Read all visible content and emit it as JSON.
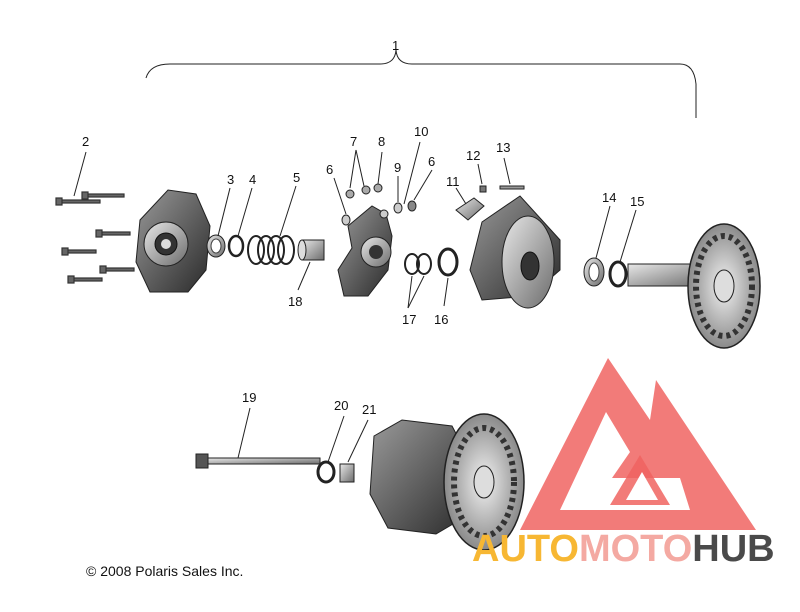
{
  "callouts": {
    "c1": "1",
    "c2": "2",
    "c3": "3",
    "c4": "4",
    "c5": "5",
    "c6a": "6",
    "c6b": "6",
    "c7": "7",
    "c8": "8",
    "c9": "9",
    "c10": "10",
    "c11": "11",
    "c12": "12",
    "c13": "13",
    "c14": "14",
    "c15": "15",
    "c16": "16",
    "c17": "17",
    "c18": "18",
    "c19": "19",
    "c20": "20",
    "c21": "21"
  },
  "copyright": "© 2008 Polaris Sales Inc.",
  "watermark": {
    "part1": "AUTO",
    "part2": "MOTO",
    "part3": "HUB",
    "color_auto": "#f7b733",
    "color_moto": "#f4a9a2",
    "color_hub": "#4a4a4a",
    "logo_color": "#ef5350"
  }
}
